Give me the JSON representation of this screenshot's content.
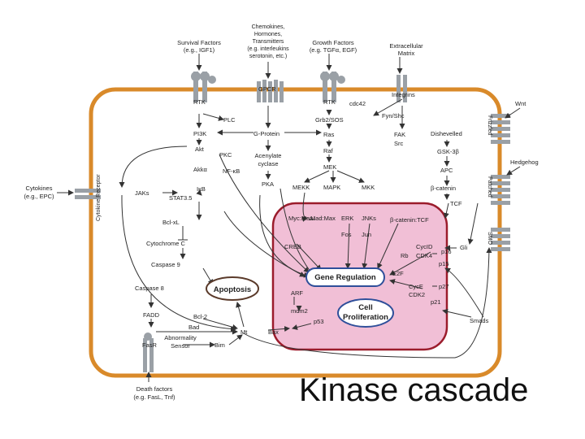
{
  "caption": "Kinase cascade",
  "colors": {
    "membrane": "#d98a2a",
    "nucleus_fill": "#f1bfd6",
    "nucleus_border": "#9b1c2c",
    "receptor": "#9aa0a6",
    "arrow": "#333333",
    "gene_regulation_border": "#2f4f9a",
    "cell_proliferation_border": "#2f4f9a",
    "apoptosis_border": "#5a3a2a"
  },
  "extracellular": {
    "survival_factors": [
      "Survival Factors",
      "(e.g., IGF1)"
    ],
    "chemokines": [
      "Chemokines,",
      "Hormones,",
      "Transmitters",
      "(e.g. interleukins",
      "serotonin, etc.)"
    ],
    "growth_factors": [
      "Growth Factors",
      "(e.g. TGFα, EGF)"
    ],
    "ecm": [
      "Extracellular",
      "Matrix"
    ],
    "wnt": "Wnt",
    "hedgehog": "Hedgehog",
    "cytokines": [
      "Cytokines",
      "(e.g., EPC)"
    ],
    "death_factors": [
      "Death factors",
      "(e.g. FasL, Tnf)"
    ]
  },
  "receptors": {
    "rtk_left": "RTK",
    "gpcr": "GPCR",
    "rtk_right": "RTK",
    "integrins": "Integrins",
    "frizzled": "Frizzled",
    "patched": "Patched",
    "smo": "SMO",
    "cytokine_receptor": "Cytokine Receptor",
    "fasr": "FasR"
  },
  "nodes": {
    "cdc42": "cdc42",
    "fyn_shc": "Fyn/Shc",
    "plc": "PLC",
    "pi3k": "PI3K",
    "g_protein": "G-Protein",
    "grb2_sos": "Grb2/SOS",
    "ras": "Ras",
    "fak": "FAK",
    "src": "Src",
    "dishevelled": "Dishevelled",
    "akt": "Akt",
    "pkc": "PKC",
    "adenylate_cyclase": [
      "Acenylate",
      "cyclase"
    ],
    "raf": "Raf",
    "gsk3b": "GSK-3β",
    "akka": "Akkα",
    "nfkb": "NF-κB",
    "apc": "APC",
    "ikb": "IκB",
    "pka": "PKA",
    "mek": "MEK",
    "mekk": "MEKK",
    "mapk": "MAPK",
    "mkk": "MKK",
    "b_catenin": "β-catenin",
    "jaks": "JAKs",
    "stat": "STAT3.5",
    "tcf": "TCF",
    "bclxl": "Bcl-xL",
    "myc_max": "Myc:Max",
    "mad_max": "Mad:Max",
    "erk": "ERK",
    "jnks": "JNKs",
    "bcat_tcf": "β-catenin:TCF",
    "cytochrome_c": "Cytochrome C",
    "fos": "Fos",
    "jun": "Jun",
    "gli": "Gli",
    "creb": "CREB",
    "cycd": "CycID",
    "cdk4": "CDK4",
    "p16": "p16",
    "caspase9": "Caspase 9",
    "rb": "Rb",
    "p15": "p15",
    "gene_regulation": "Gene Regulation",
    "e2f": "E2F",
    "apoptosis": "Apoptosis",
    "caspase8": "Caspase 8",
    "cyce": "CycE",
    "p27": "p27",
    "arf": "ARF",
    "cdk2": "CDK2",
    "p21": "p21",
    "cell_proliferation": [
      "Cell",
      "Proliferation"
    ],
    "fadd": "FADD",
    "mdm2": "mdm2",
    "bcl2": "Bcl-2",
    "bad": "Bad",
    "p53": "p53",
    "smads": "Smads",
    "mt": "Mt",
    "bax": "Bax",
    "abnormality_sensor": [
      "Abnormality",
      "Sensor"
    ],
    "bim": "Bim"
  }
}
